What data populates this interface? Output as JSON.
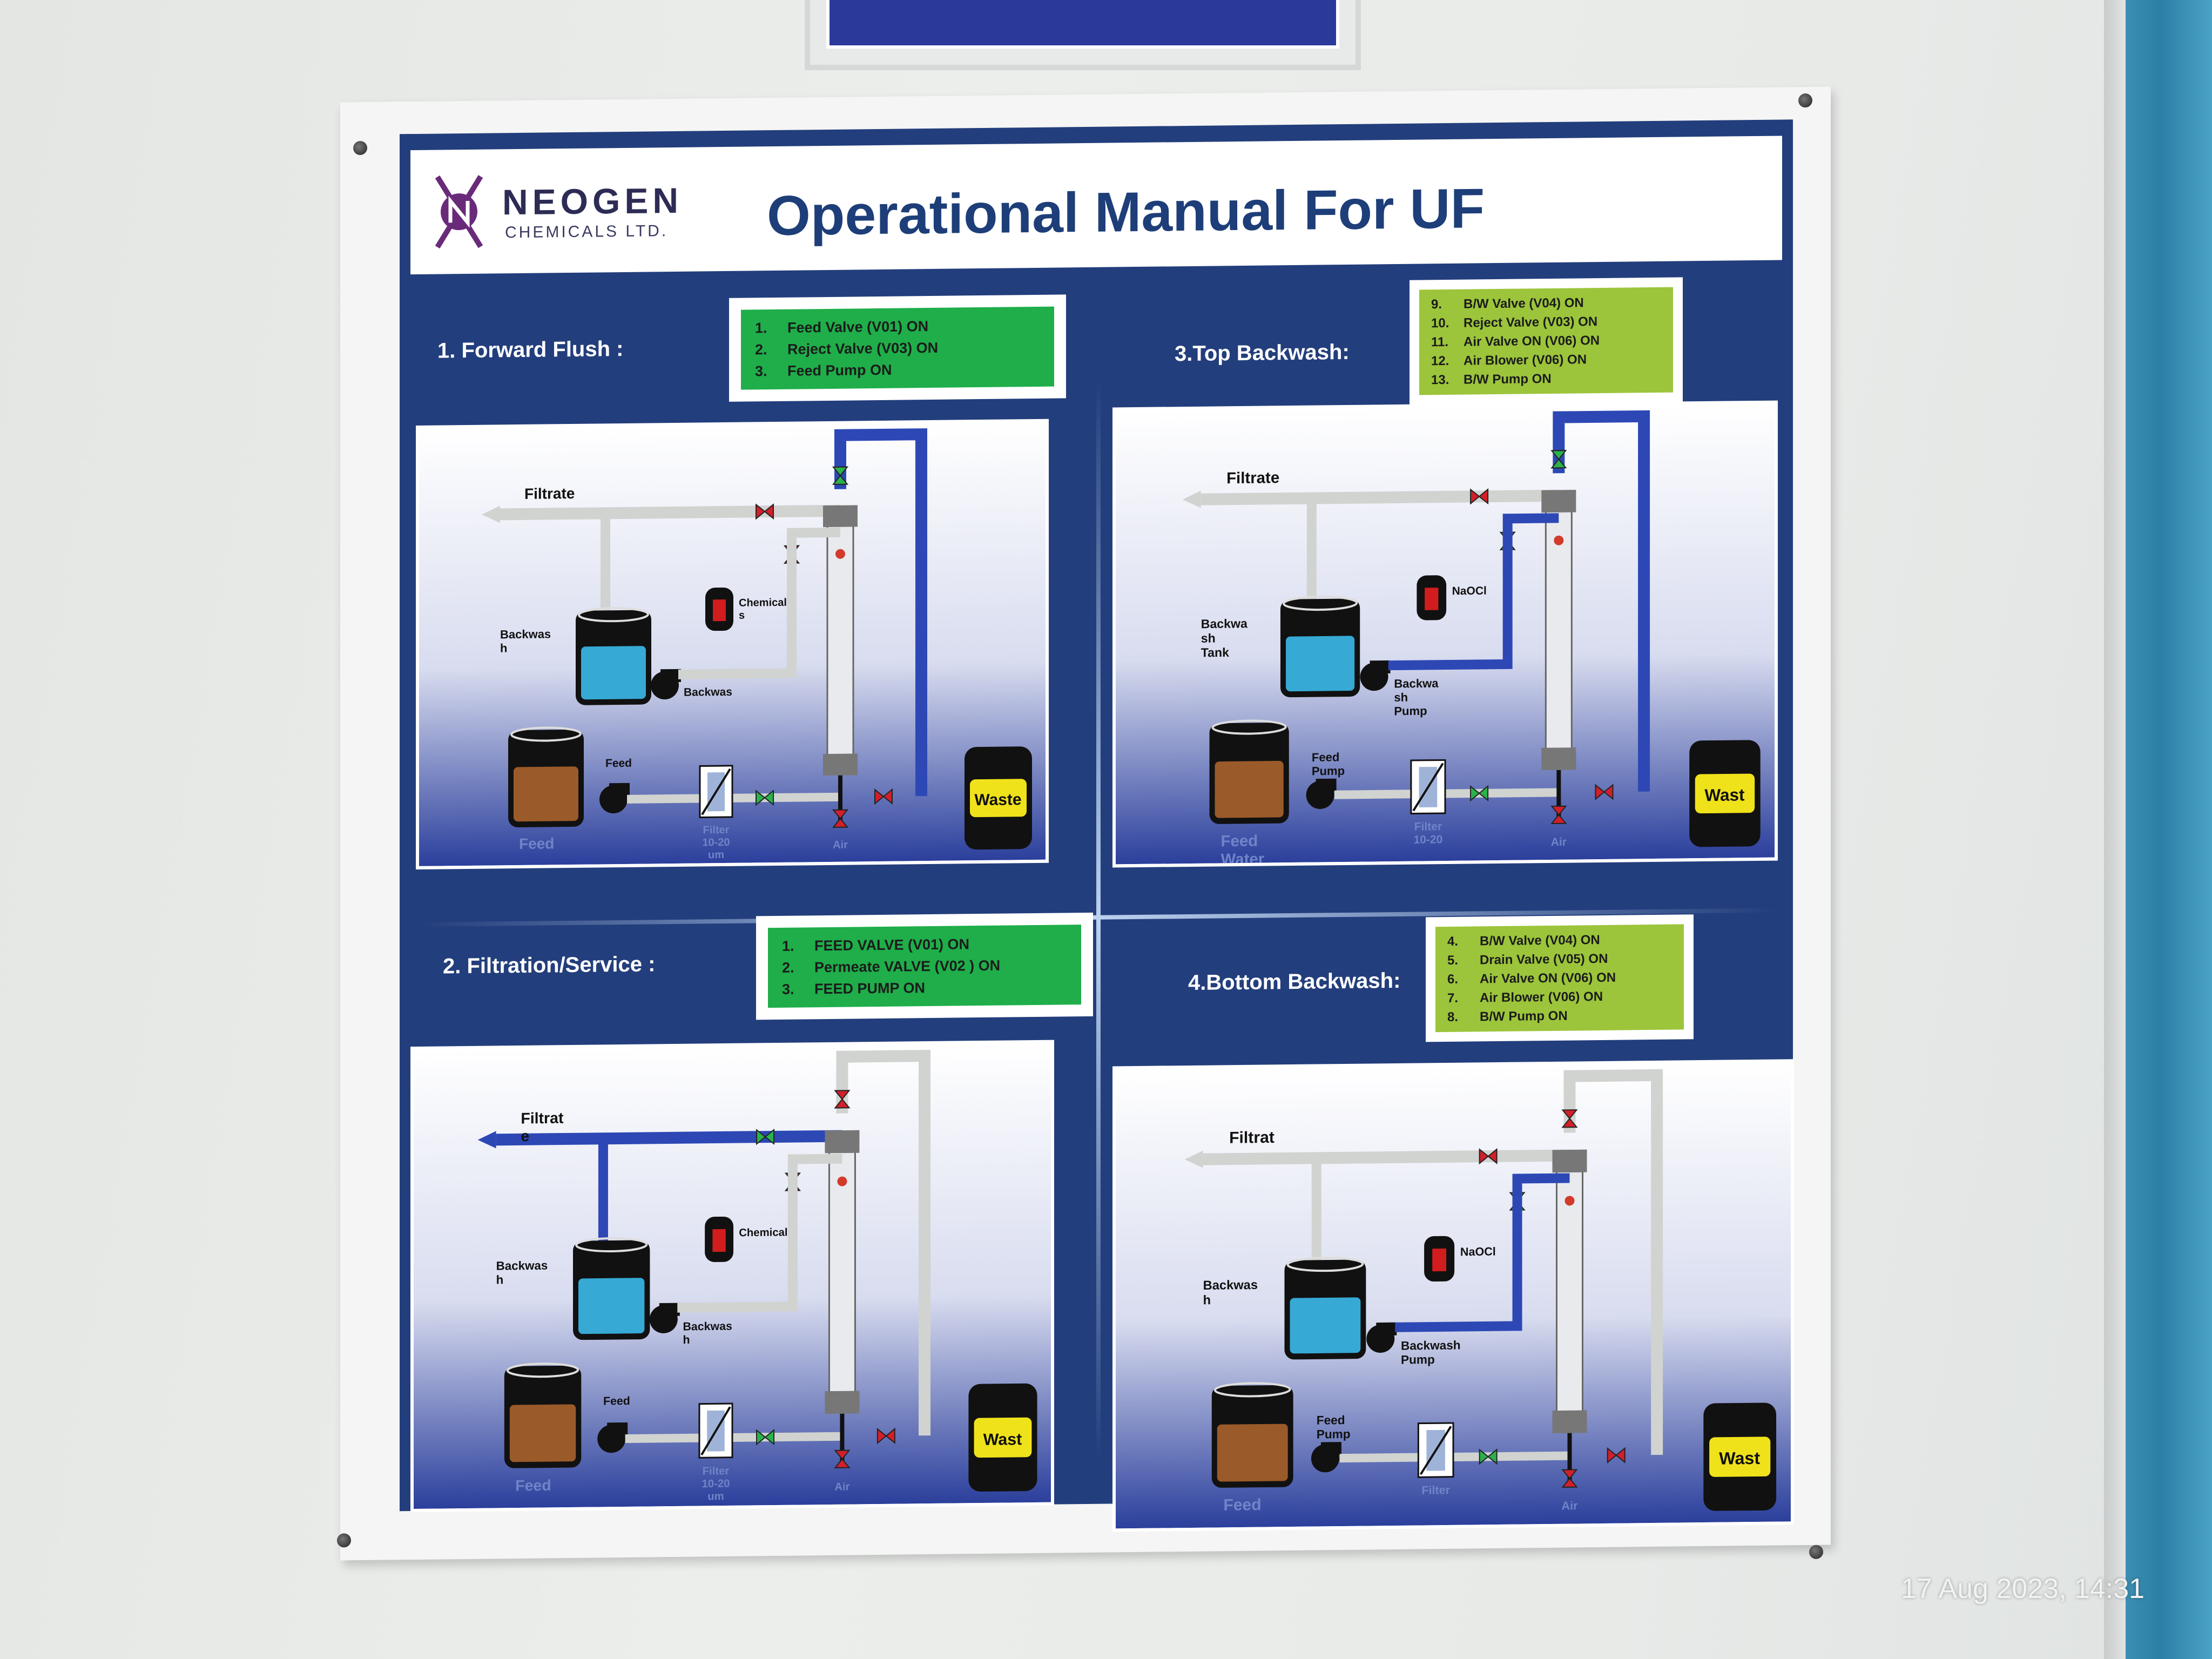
{
  "board": {
    "company_name": "NEOGEN",
    "company_sub": "CHEMICALS LTD.",
    "title": "Operational Manual For UF"
  },
  "sections": [
    {
      "title": "1. Forward Flush :",
      "steps": [
        {
          "num": "1.",
          "text": "Feed Valve (V01) ON"
        },
        {
          "num": "2.",
          "text": "Reject Valve (V03) ON"
        },
        {
          "num": "3.",
          "text": "Feed Pump ON"
        }
      ],
      "diagram": {
        "filtrate": "Filtrate",
        "backwash": "Backwas h",
        "chemical": "Chemical s",
        "bw_pump": "Backwas",
        "feed_pump": "Feed",
        "feed": "Feed",
        "filter": "Filter 10-20 um",
        "air": "Air",
        "waste": "Waste"
      }
    },
    {
      "title": "2. Filtration/Service :",
      "steps": [
        {
          "num": "1.",
          "text": "FEED VALVE (V01) ON"
        },
        {
          "num": "2.",
          "text": "Permeate  VALVE (V02 ) ON"
        },
        {
          "num": "3.",
          "text": "FEED PUMP ON"
        }
      ],
      "diagram": {
        "filtrate": "Filtrat e",
        "backwash": "Backwas h",
        "chemical": "Chemical",
        "bw_pump": "Backwas h",
        "feed_pump": "Feed",
        "feed": "Feed",
        "filter": "Filter 10-20 um",
        "air": "Air",
        "waste": "Wast"
      }
    },
    {
      "title": "3.Top Backwash:",
      "steps": [
        {
          "num": "9.",
          "text": "B/W Valve (V04) ON"
        },
        {
          "num": "10.",
          "text": "Reject Valve (V03) ON"
        },
        {
          "num": "11.",
          "text": "Air Valve ON (V06) ON"
        },
        {
          "num": "12.",
          "text": "Air Blower (V06) ON"
        },
        {
          "num": "13.",
          "text": "B/W Pump ON"
        }
      ],
      "diagram": {
        "filtrate": "Filtrate",
        "backwash": "Backwa sh Tank",
        "chemical": "NaOCl",
        "bw_pump": "Backwa sh Pump",
        "feed_pump": "Feed Pump",
        "feed": "Feed Water",
        "filter": "Filter 10-20",
        "air": "Air",
        "waste": "Wast"
      }
    },
    {
      "title": "4.Bottom Backwash:",
      "steps": [
        {
          "num": "4.",
          "text": "B/W Valve (V04) ON"
        },
        {
          "num": "5.",
          "text": "Drain Valve (V05) ON"
        },
        {
          "num": "6.",
          "text": "Air Valve ON (V06) ON"
        },
        {
          "num": "7.",
          "text": "Air Blower (V06) ON"
        },
        {
          "num": "8.",
          "text": "B/W Pump ON"
        }
      ],
      "diagram": {
        "filtrate": "Filtrat",
        "backwash": "Backwas h",
        "chemical": "NaOCl",
        "bw_pump": "Backwash Pump",
        "feed_pump": "Feed Pump",
        "feed": "Feed",
        "filter": "Filter",
        "air": "Air",
        "waste": "Wast"
      }
    }
  ],
  "timestamp": "17 Aug 2023, 14:31",
  "colors": {
    "panel": "#233e7c",
    "pipe_active": "#2d48b5",
    "pipe_idle": "#d0d3d0",
    "steps_green": "#1fae4a",
    "steps_lime": "#9cc53b",
    "waste_yellow": "#f0e21a"
  }
}
